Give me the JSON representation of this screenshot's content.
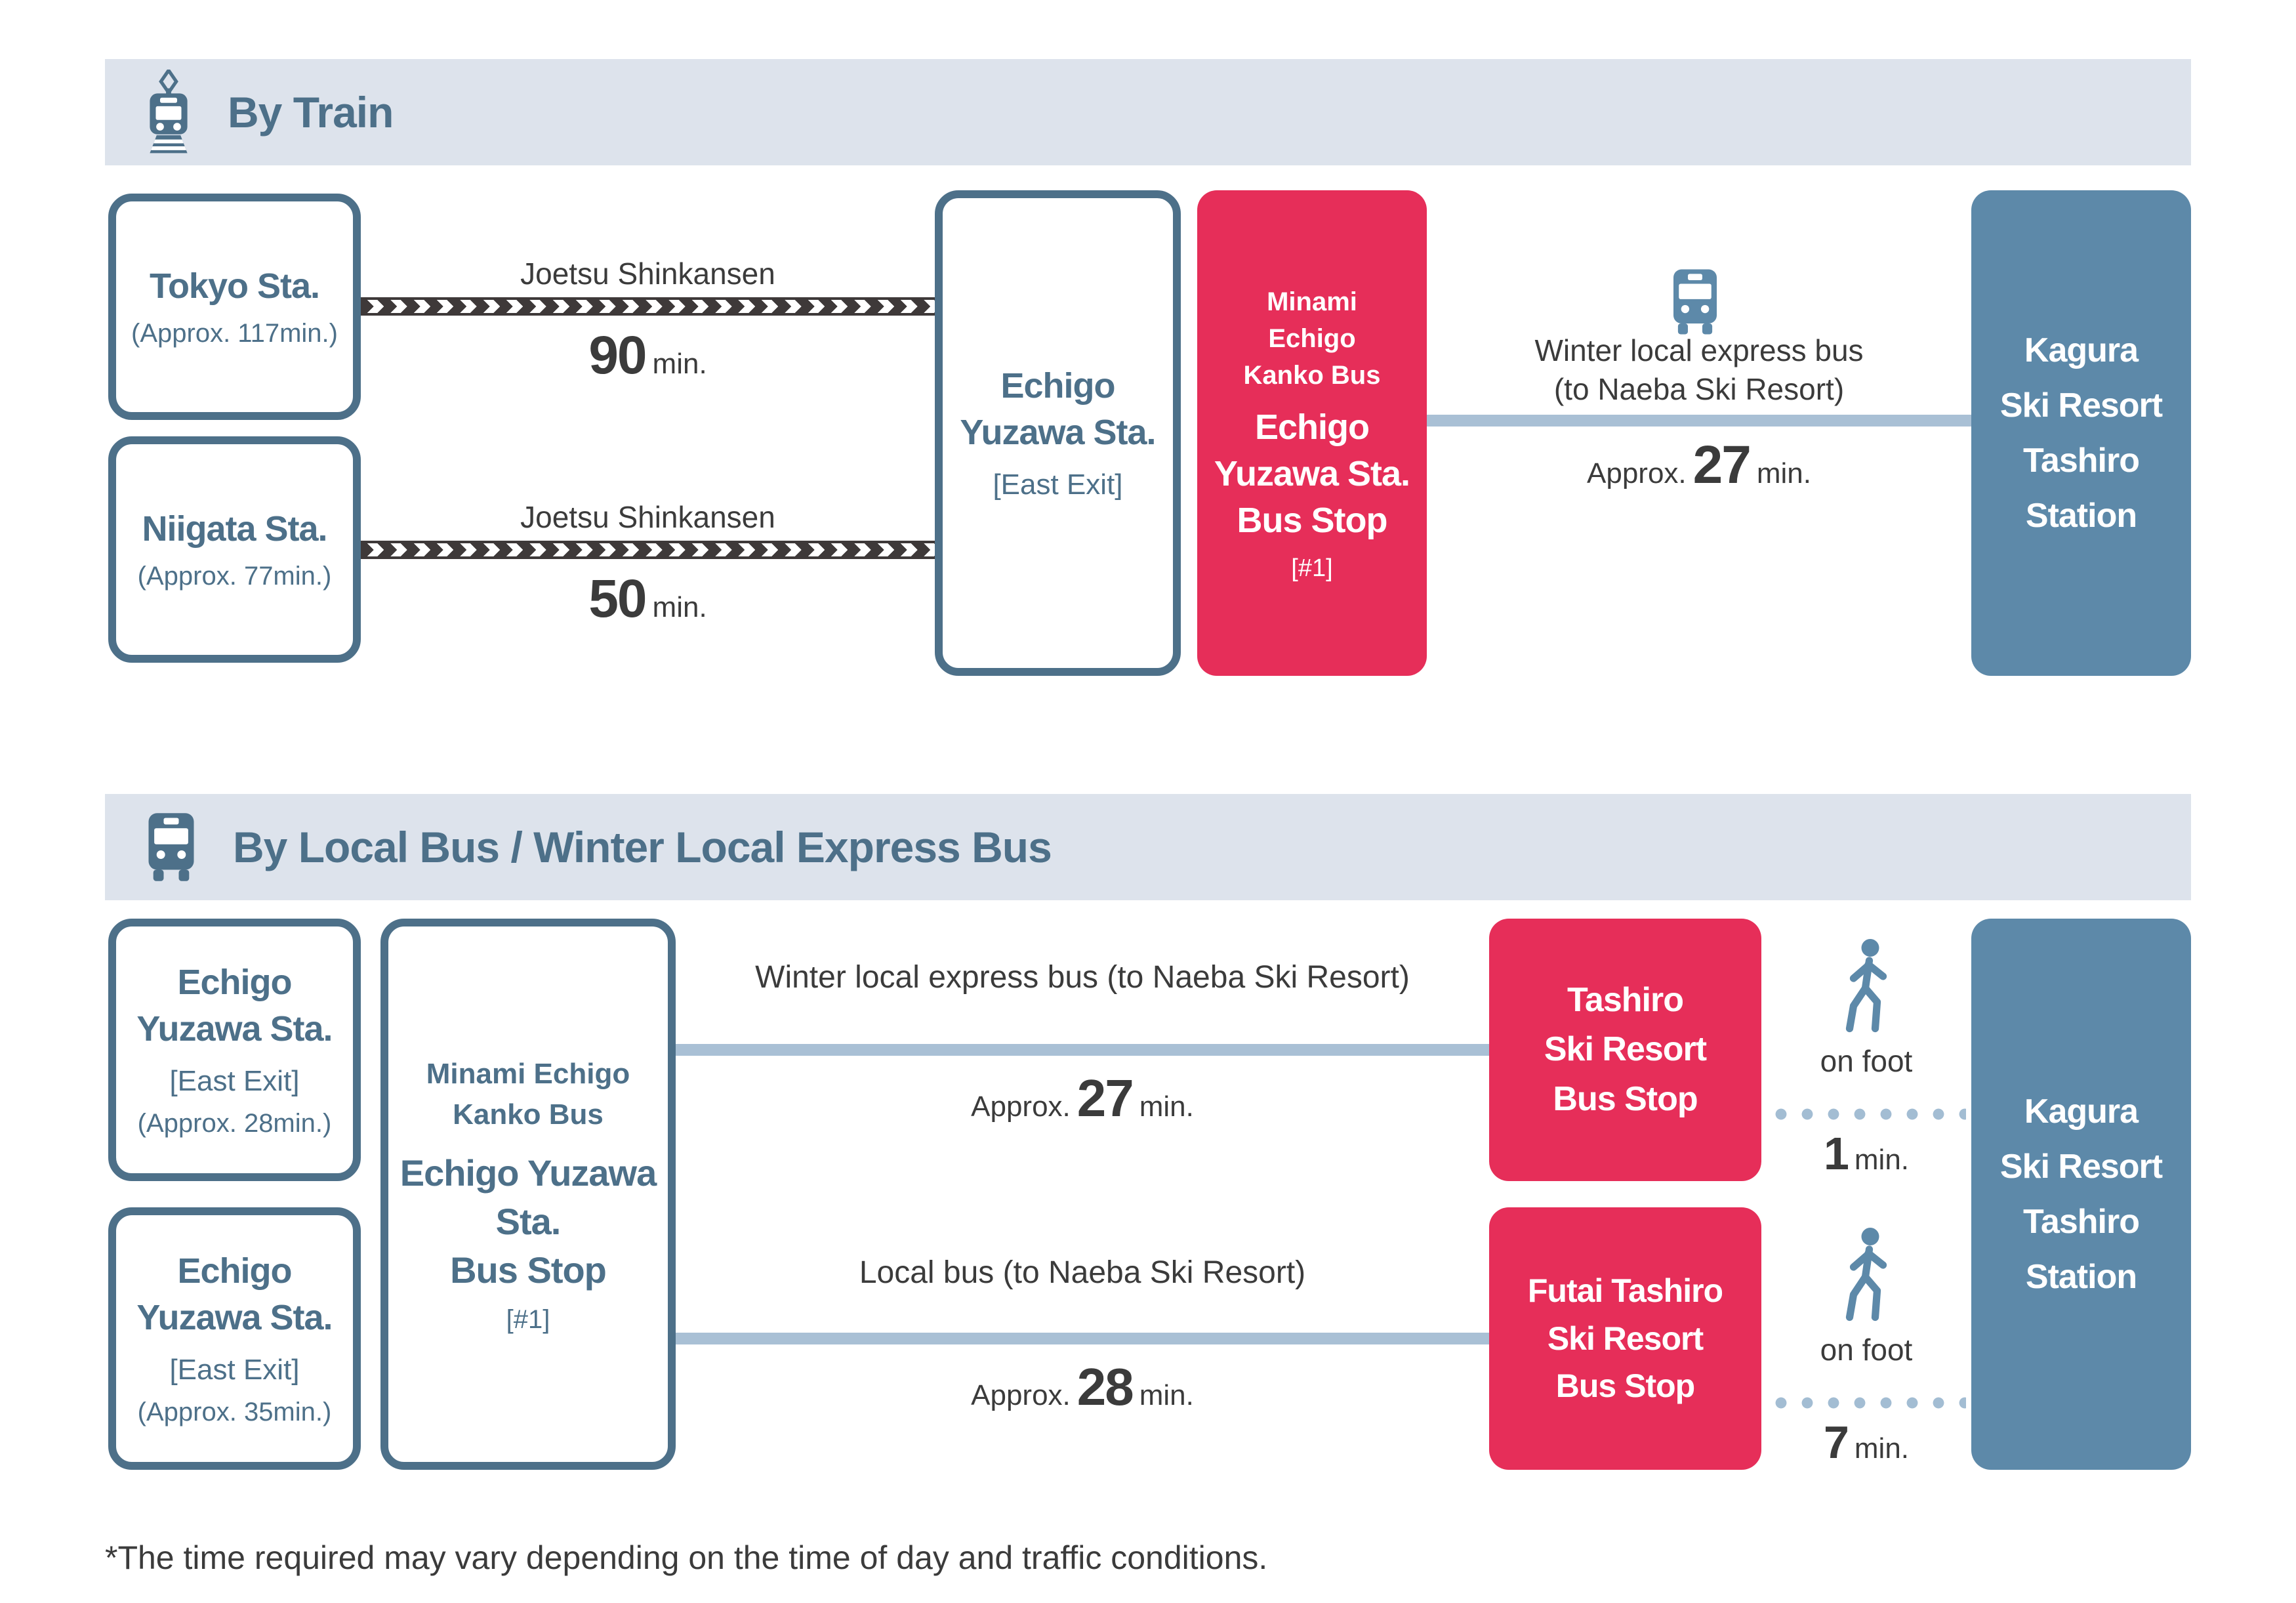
{
  "train_section": {
    "title": "By Train",
    "origins": [
      {
        "name": "Tokyo Sta.",
        "note": "(Approx. 117min.)"
      },
      {
        "name": "Niigata Sta.",
        "note": "(Approx. 77min.)"
      }
    ],
    "legs": [
      {
        "line": "Joetsu Shinkansen",
        "duration": "90",
        "unit": "min."
      },
      {
        "line": "Joetsu Shinkansen",
        "duration": "50",
        "unit": "min."
      }
    ],
    "hub": {
      "name_line1": "Echigo",
      "name_line2": "Yuzawa Sta.",
      "exit": "[East Exit]"
    },
    "hub_bus_stop": {
      "operator_lines": [
        "Minami",
        "Echigo",
        "Kanko Bus"
      ],
      "name_lines": [
        "Echigo",
        "Yuzawa Sta.",
        "Bus Stop"
      ],
      "platform": "[#1]"
    },
    "bus_leg": {
      "label_line1": "Winter local express bus",
      "label_line2": "(to Naeba Ski Resort)",
      "approx": "Approx.",
      "duration": "27",
      "unit": "min."
    },
    "destination_lines": [
      "Kagura",
      "Ski Resort",
      "Tashiro",
      "Station"
    ]
  },
  "bus_section": {
    "title": "By Local Bus / Winter Local Express Bus",
    "origins": [
      {
        "name_line1": "Echigo",
        "name_line2": "Yuzawa Sta.",
        "exit": "[East Exit]",
        "note": "(Approx. 28min.)"
      },
      {
        "name_line1": "Echigo",
        "name_line2": "Yuzawa Sta.",
        "exit": "[East Exit]",
        "note": "(Approx. 35min.)"
      }
    ],
    "hub_bus_stop": {
      "operator_lines": [
        "Minami Echigo",
        "Kanko Bus"
      ],
      "name_lines": [
        "Echigo Yuzawa",
        "Sta.",
        "Bus Stop"
      ],
      "platform": "[#1]"
    },
    "routes": [
      {
        "label": "Winter local express bus (to Naeba Ski Resort)",
        "approx": "Approx.",
        "duration": "27",
        "unit": "min.",
        "stop_lines": [
          "Tashiro",
          "Ski Resort",
          "Bus Stop"
        ],
        "walk_label": "on foot",
        "walk_duration": "1",
        "walk_unit": "min."
      },
      {
        "label": "Local bus (to Naeba Ski Resort)",
        "approx": "Approx.",
        "duration": "28",
        "unit": "min.",
        "stop_lines": [
          "Futai Tashiro",
          "Ski Resort",
          "Bus Stop"
        ],
        "walk_label": "on foot",
        "walk_duration": "7",
        "walk_unit": "min."
      }
    ],
    "destination_lines": [
      "Kagura",
      "Ski Resort",
      "Tashiro",
      "Station"
    ]
  },
  "footnote": "*The time required may vary depending on the time of day and traffic conditions.",
  "colors": {
    "slate": "#4d7089",
    "steel_fill": "#5d89a9",
    "pink": "#e62e59",
    "header_bg": "#dde3ec",
    "dark_text": "#3b3b3b",
    "connector": "#a9c0d5",
    "track": "#3e3939"
  }
}
